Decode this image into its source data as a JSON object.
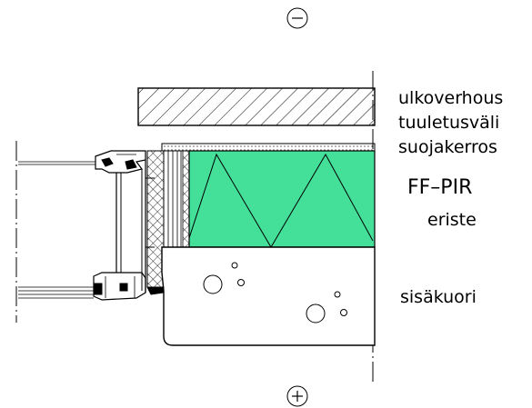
{
  "symbols": {
    "outside": "⊖",
    "inside": "⊕"
  },
  "labels": {
    "cladding": "ulkoverhous",
    "ventilation_gap": "tuuletusväli",
    "protective_layer": "suojakerros",
    "insulation_product": "FF–PIR",
    "insulation": "eriste",
    "inner_shell": "sisäkuori"
  },
  "colors": {
    "insulation_fill": "#44e09a",
    "line": "#000000",
    "background": "#ffffff"
  }
}
